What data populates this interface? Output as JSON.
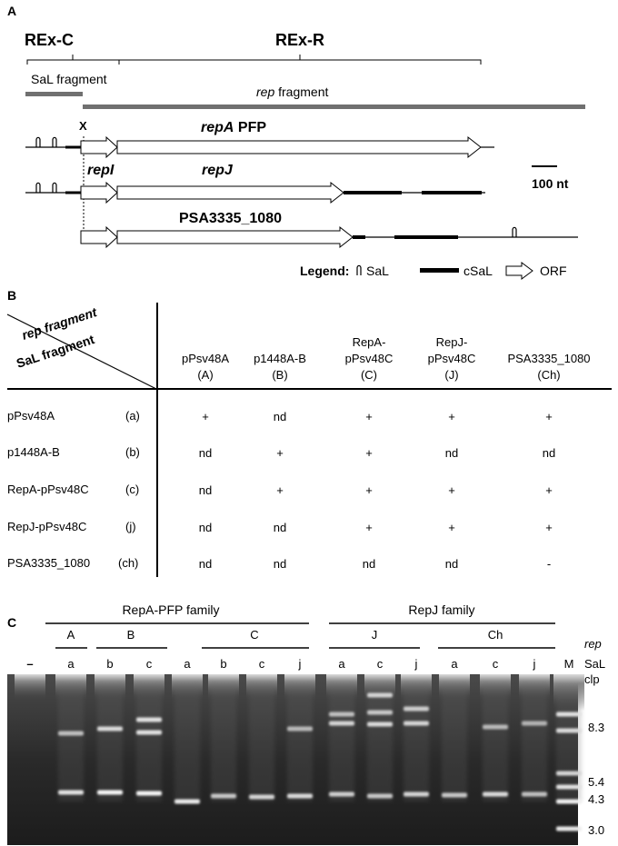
{
  "panel_a": {
    "label": "A",
    "rex_c": "REx-C",
    "rex_r": "REx-R",
    "sal_fragment": "SaL fragment",
    "rep_fragment_italic": "rep",
    "rep_fragment_rest": " fragment",
    "x_mark": "X",
    "repa_pfp_italic": "repA",
    "repa_pfp_rest": " PFP",
    "repi": "repI",
    "repj": "repJ",
    "psa_orf": "PSA3335_1080",
    "scale": "100 nt",
    "legend_title": "Legend:",
    "legend_sal": "SaL",
    "legend_csal": "cSaL",
    "legend_orf": "ORF"
  },
  "panel_b": {
    "label": "B",
    "corner_top": "rep fragment",
    "corner_bottom": "SaL fragment",
    "columns": [
      {
        "l1": "",
        "l2": "pPsv48A",
        "l3": "(A)"
      },
      {
        "l1": "",
        "l2": "p1448A-B",
        "l3": "(B)"
      },
      {
        "l1": "RepA-",
        "l2": "pPsv48C",
        "l3": "(C)"
      },
      {
        "l1": "RepJ-",
        "l2": "pPsv48C",
        "l3": "(J)"
      },
      {
        "l1": "",
        "l2": "PSA3335_1080",
        "l3": "(Ch)"
      }
    ],
    "rows": [
      {
        "name": "pPsv48A",
        "code": "(a)",
        "cells": [
          "+",
          "nd",
          "+",
          "+",
          "+"
        ]
      },
      {
        "name": "p1448A-B",
        "code": "(b)",
        "cells": [
          "nd",
          "+",
          "+",
          "nd",
          "nd"
        ]
      },
      {
        "name": "RepA-pPsv48C",
        "code": "(c)",
        "cells": [
          "nd",
          "+",
          "+",
          "+",
          "+"
        ]
      },
      {
        "name": "RepJ-pPsv48C",
        "code": "(j)",
        "cells": [
          "nd",
          "nd",
          "+",
          "+",
          "+"
        ]
      },
      {
        "name": "PSA3335_1080",
        "code": "(ch)",
        "cells": [
          "nd",
          "nd",
          "nd",
          "nd",
          "-"
        ]
      }
    ]
  },
  "panel_c": {
    "label": "C",
    "family_repa": "RepA-PFP family",
    "family_repj": "RepJ family",
    "rep_groups": [
      "A",
      "B",
      "C",
      "J",
      "Ch"
    ],
    "rep_label": "rep",
    "sal_label": "SaL",
    "lanes": [
      "–",
      "a",
      "b",
      "c",
      "a",
      "b",
      "c",
      "j",
      "a",
      "c",
      "j",
      "a",
      "c",
      "j",
      "M"
    ],
    "markers": [
      "clp",
      "8.3",
      "5.4",
      "4.3",
      "3.0"
    ]
  }
}
